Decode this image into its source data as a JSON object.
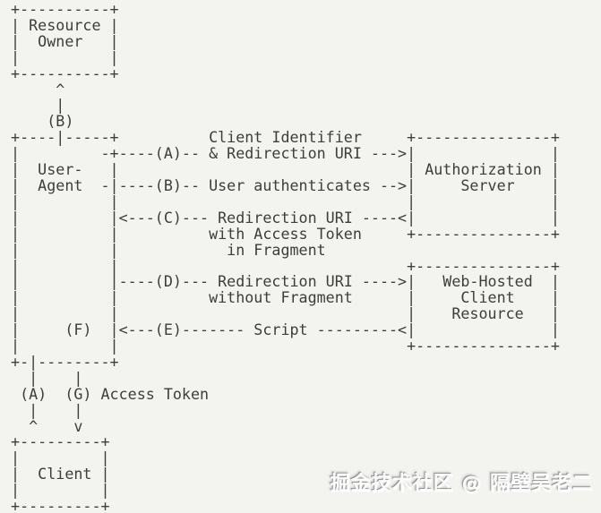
{
  "colors": {
    "background": "#f3f4f0",
    "text": "#3c3e3a"
  },
  "diagram": {
    "lines": [
      " +----------+",
      " | Resource |",
      " |  Owner   |",
      " |          |",
      " +----------+",
      "      ^",
      "      |",
      "     (B)",
      " +----|-----+          Client Identifier     +---------------+",
      " |         -+----(A)-- & Redirection URI --->|               |",
      " |  User-   |                                | Authorization |",
      " |  Agent  -|----(B)-- User authenticates -->|     Server    |",
      " |          |                                |               |",
      " |          |<---(C)--- Redirection URI ----<|               |",
      " |          |          with Access Token     +---------------+",
      " |          |            in Fragment",
      " |          |                                +---------------+",
      " |          |----(D)--- Redirection URI ---->|   Web-Hosted  |",
      " |          |          without Fragment      |     Client    |",
      " |          |                                |    Resource   |",
      " |     (F)  |<---(E)------- Script ---------<|               |",
      " |          |                                +---------------+",
      " +-|--------+",
      "   |    |",
      "  (A)  (G) Access Token",
      "   |    |",
      "   ^    v",
      " +---------+",
      " |         |",
      " |  Client |",
      " |         |",
      " +---------+"
    ],
    "actors": [
      "Resource Owner",
      "User-Agent",
      "Authorization Server",
      "Web-Hosted Client Resource",
      "Client"
    ],
    "flow_steps": [
      {
        "id": "(A)",
        "label": "Client Identifier & Redirection URI"
      },
      {
        "id": "(B)",
        "label": "User authenticates"
      },
      {
        "id": "(C)",
        "label": "Redirection URI with Access Token in Fragment"
      },
      {
        "id": "(D)",
        "label": "Redirection URI without Fragment"
      },
      {
        "id": "(E)",
        "label": "Script"
      },
      {
        "id": "(F)",
        "label": ""
      },
      {
        "id": "(G)",
        "label": "Access Token"
      }
    ]
  },
  "watermark": {
    "text": "掘金技术社区 @ 隔壁吴老二"
  }
}
